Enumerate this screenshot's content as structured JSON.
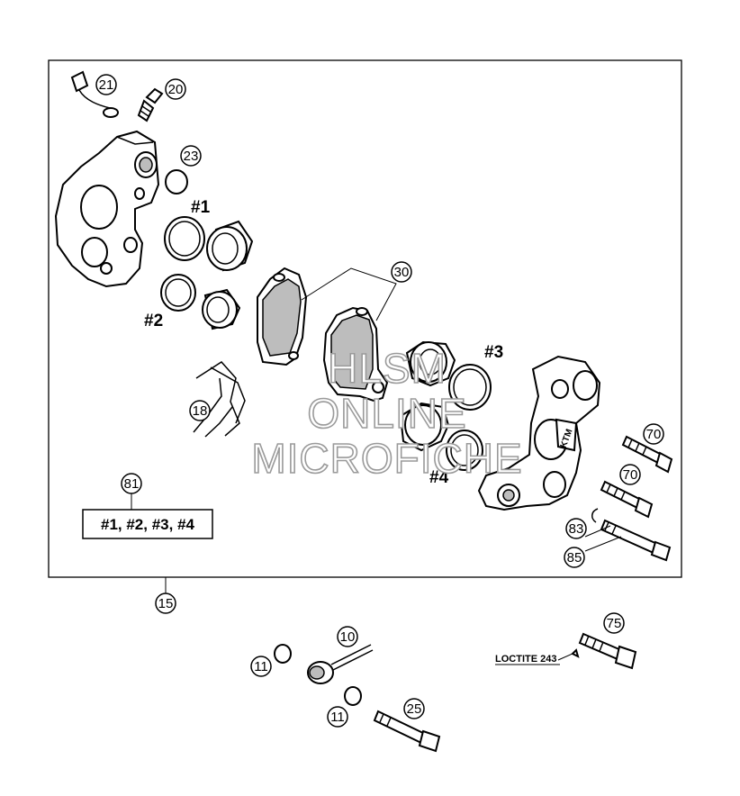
{
  "callouts": {
    "c21": "21",
    "c20": "20",
    "c23": "23",
    "c30": "30",
    "c18": "18",
    "c81": "81",
    "c15": "15",
    "c70a": "70",
    "c70b": "70",
    "c83": "83",
    "c85": "85",
    "c10": "10",
    "c11a": "11",
    "c11b": "11",
    "c25": "25",
    "c75": "75"
  },
  "refs": {
    "r1": "#1",
    "r2": "#2",
    "r3": "#3",
    "r4": "#4"
  },
  "kit_label": "#1, #2, #3, #4",
  "loctite_note": "LOCTITE 243",
  "caliper_mark": "KTM",
  "watermark": {
    "line1": "HLSM",
    "line2": "ONLINE",
    "line3": "MICROFICHE"
  }
}
